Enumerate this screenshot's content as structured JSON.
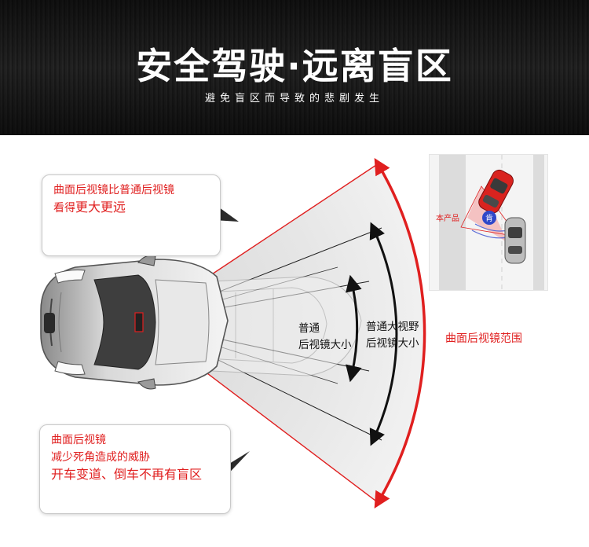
{
  "header": {
    "title": "安全驾驶·远离盲区",
    "subtitle": "避免盲区而导致的悲剧发生"
  },
  "callout_top": {
    "line1": "曲面后视镜比普通后视镜",
    "line2_prefix": "看得",
    "line2_emph": "更大更远"
  },
  "callout_bottom": {
    "line1": "曲面后视镜",
    "line2": "减少死角造成的威胁",
    "line3": "开车变道、倒车不再有盲区"
  },
  "labels": {
    "normal_line1": "普通",
    "normal_line2": "后视镜大小",
    "wide_line1": "普通大视野",
    "wide_line2": "后视镜大小",
    "curved_range": "曲面后视镜范围"
  },
  "thumbnail": {
    "product_label": "本产品",
    "badge": "肯"
  },
  "colors": {
    "accent_red": "#e01f1f"
  }
}
